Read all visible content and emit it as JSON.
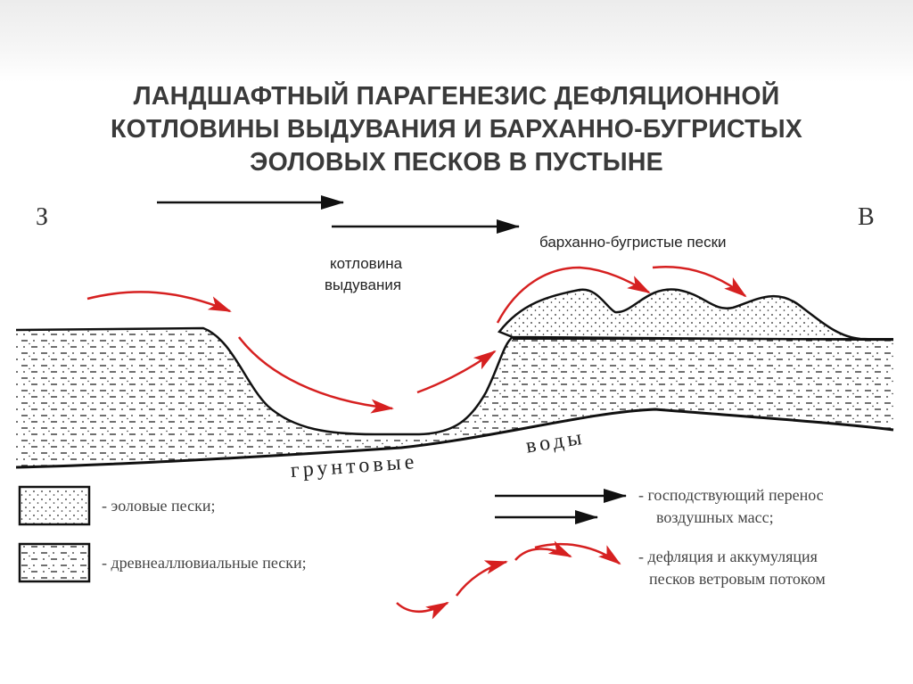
{
  "title": {
    "line1": "ЛАНДШАФТНЫЙ ПАРАГЕНЕЗИС ДЕФЛЯЦИОННОЙ",
    "line2": "КОТЛОВИНЫ ВЫДУВАНИЯ И БАРХАННО-БУГРИСТЫХ",
    "line3": "ЭОЛОВЫХ ПЕСКОВ В ПУСТЫНЕ"
  },
  "directions": {
    "west": "З",
    "east": "В"
  },
  "labels": {
    "basin_line1": "котловина",
    "basin_line2": "выдувания",
    "dunes": "барханно-бугристые пески",
    "groundwater_1": "грунтовые",
    "groundwater_2": "воды"
  },
  "legend": {
    "aeolian": "- эоловые пески;",
    "alluvial": "- древнеаллювиальные пески;",
    "transfer_line1": "- господствующий перенос",
    "transfer_line2": "воздушных масс;",
    "deflation_line1": "- дефляция и аккумуляция",
    "deflation_line2": "песков ветровым потоком"
  },
  "colors": {
    "wind_red": "#d62020",
    "outline": "#111111"
  }
}
